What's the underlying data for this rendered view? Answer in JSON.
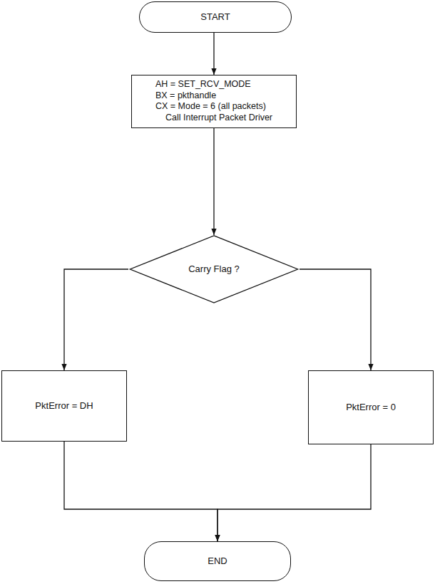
{
  "diagram": {
    "nodes": [
      {
        "text": [
          "START"
        ]
      },
      {
        "text": [
          "AH = SET_RCV_MODE",
          "BX = pkthandle",
          "CX = Mode = 6 (all packets)",
          "Call Interrupt Packet Driver"
        ]
      },
      {
        "text": [
          "Carry Flag ?"
        ]
      },
      {
        "text": [
          "PktError = DH"
        ]
      },
      {
        "text": [
          "PktError = 0"
        ]
      },
      {
        "text": [
          "END"
        ]
      }
    ],
    "edges": [
      {
        "from": 0,
        "to": 1,
        "arrow": "to"
      },
      {
        "from": 1,
        "to": 2,
        "arrow": "to"
      },
      {
        "from": 2,
        "to": 3,
        "arrow": "to"
      },
      {
        "from": 2,
        "to": 4,
        "arrow": "to"
      },
      {
        "from": 3,
        "to": 5,
        "arrow": "to"
      },
      {
        "from": 4,
        "to": 5,
        "arrow": "to"
      }
    ]
  }
}
